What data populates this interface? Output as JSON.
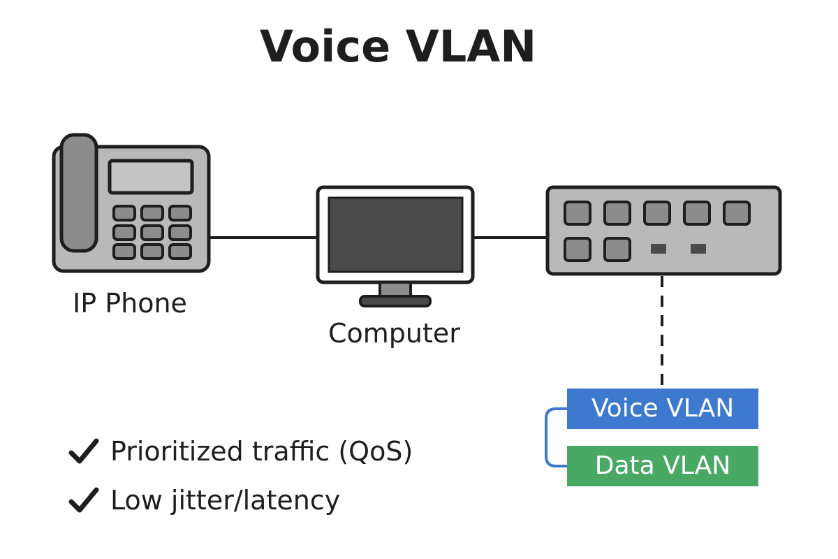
{
  "title": "Voice VLAN",
  "devices": {
    "phone_label": "IP Phone",
    "computer_label": "Computer"
  },
  "vlans": [
    {
      "label": "Voice VLAN",
      "color": "#3d7acd"
    },
    {
      "label": "Data VLAN",
      "color": "#4aa865"
    }
  ],
  "benefits": [
    {
      "text": "Prioritized traffic (QoS)",
      "icon": "checkmark-icon"
    },
    {
      "text": "Low jitter/latency",
      "icon": "checkmark-icon"
    }
  ],
  "colors": {
    "outline": "#1e1e1e",
    "device_fill": "#b9b9b9",
    "button_fill": "#8c8c8c",
    "screen_fill": "#4a4a4a",
    "bracket": "#3d7acd"
  }
}
